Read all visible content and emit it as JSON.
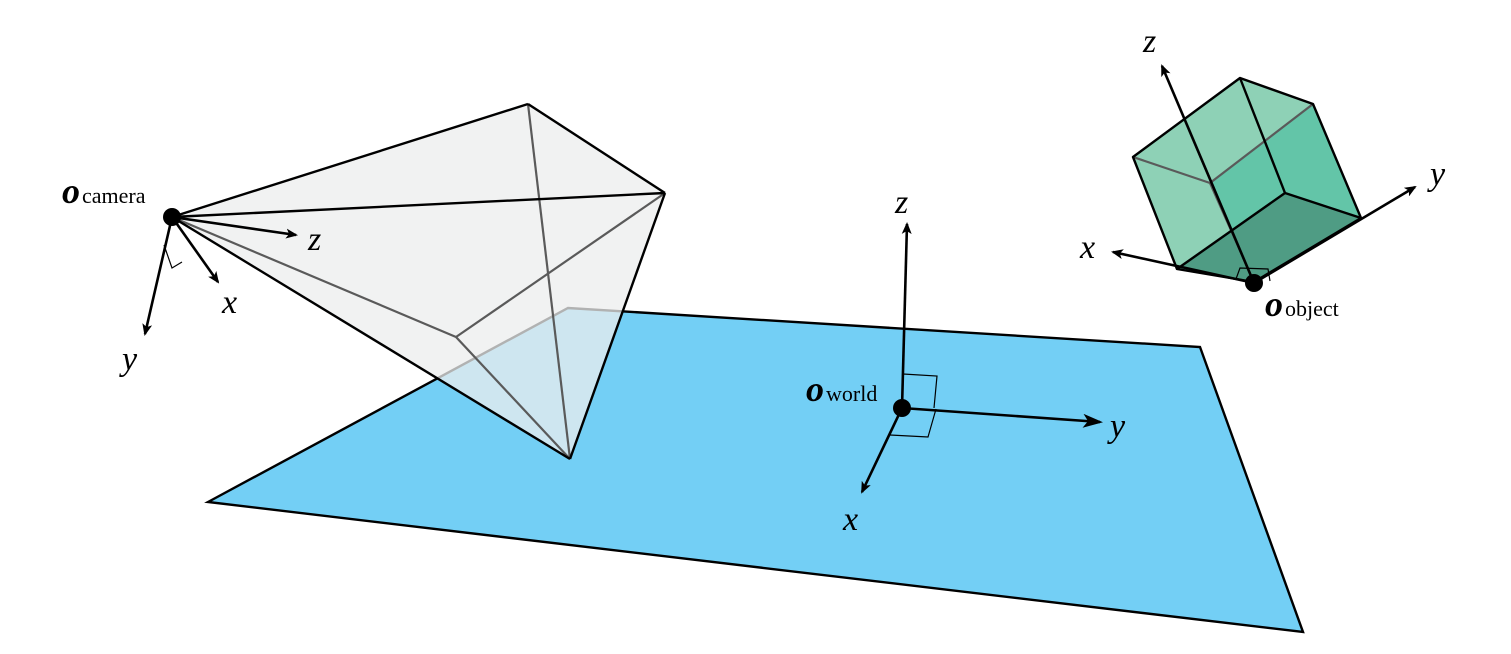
{
  "labels": {
    "camera": {
      "symbol": "o",
      "subscript": "camera",
      "axes": {
        "x": "x",
        "y": "y",
        "z": "z"
      }
    },
    "world": {
      "symbol": "o",
      "subscript": "world",
      "axes": {
        "x": "x",
        "y": "y",
        "z": "z"
      }
    },
    "object": {
      "symbol": "o",
      "subscript": "object",
      "axes": {
        "x": "x",
        "y": "y",
        "z": "z"
      }
    }
  },
  "colors": {
    "ground_plane": "#73cff5",
    "camera_frustum": "#eceeed",
    "cube_light": "#8ed1b6",
    "cube_mid": "#63c5a8",
    "cube_dark": "#4f9c84"
  }
}
